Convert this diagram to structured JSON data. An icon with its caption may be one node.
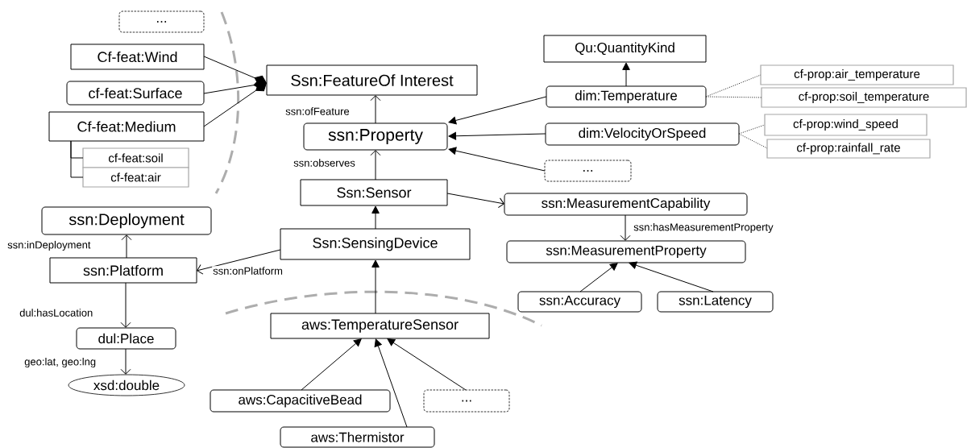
{
  "diagram": {
    "nodes": [
      {
        "text": [
          "..."
        ]
      },
      {
        "text": [
          "Cf-feat:Wind"
        ]
      },
      {
        "text": [
          "cf-feat:Surface"
        ]
      },
      {
        "text": [
          "Cf-feat:Medium"
        ]
      },
      {
        "text": [
          "cf-feat:soil"
        ]
      },
      {
        "text": [
          "cf-feat:air"
        ]
      },
      {
        "text": [
          "Ssn:FeatureOf Interest"
        ]
      },
      {
        "text": [
          "ssn:Property"
        ]
      },
      {
        "text": [
          "Qu:QuantityKind"
        ]
      },
      {
        "text": [
          "dim:Temperature"
        ]
      },
      {
        "text": [
          "cf-prop:air_temperature"
        ]
      },
      {
        "text": [
          "cf-prop:soil_temperature"
        ]
      },
      {
        "text": [
          "dim:VelocityOrSpeed"
        ]
      },
      {
        "text": [
          "cf-prop:wind_speed"
        ]
      },
      {
        "text": [
          "cf-prop:rainfall_rate"
        ]
      },
      {
        "text": [
          "..."
        ]
      },
      {
        "text": [
          "Ssn:Sensor"
        ]
      },
      {
        "text": [
          "ssn:MeasurementCapability"
        ]
      },
      {
        "text": [
          "ssn:Deployment"
        ]
      },
      {
        "text": [
          "Ssn:SensingDevice"
        ]
      },
      {
        "text": [
          "ssn:Platform"
        ]
      },
      {
        "text": [
          "ssn:MeasurementProperty"
        ]
      },
      {
        "text": [
          "ssn:Accuracy"
        ]
      },
      {
        "text": [
          "ssn:Latency"
        ]
      },
      {
        "text": [
          "dul:Place"
        ]
      },
      {
        "text": [
          "aws:TemperatureSensor"
        ]
      },
      {
        "text": [
          "xsd:double"
        ]
      },
      {
        "text": [
          "aws:CapacitiveBead"
        ]
      },
      {
        "text": [
          "..."
        ]
      },
      {
        "text": [
          "aws:Thermistor"
        ]
      }
    ],
    "edges": [
      {
        "from": 1,
        "to": 6,
        "arrow": "other"
      },
      {
        "from": 2,
        "to": 6,
        "arrow": "other"
      },
      {
        "from": 3,
        "to": 6,
        "arrow": "other"
      },
      {
        "from": 3,
        "to": 4,
        "arrow": "none"
      },
      {
        "from": 3,
        "to": 5,
        "arrow": "none"
      },
      {
        "from": 7,
        "to": 6,
        "arrow": "to",
        "label": "ssn:ofFeature"
      },
      {
        "from": 16,
        "to": 7,
        "arrow": "to",
        "label": "ssn:observes"
      },
      {
        "from": 9,
        "to": 8,
        "arrow": "to"
      },
      {
        "from": 9,
        "to": 7,
        "arrow": "to"
      },
      {
        "from": 12,
        "to": 7,
        "arrow": "to"
      },
      {
        "from": 15,
        "to": 7,
        "arrow": "to"
      },
      {
        "from": 9,
        "to": 10,
        "arrow": "none",
        "style": "dashed"
      },
      {
        "from": 9,
        "to": 11,
        "arrow": "none",
        "style": "dashed"
      },
      {
        "from": 12,
        "to": 13,
        "arrow": "none",
        "style": "dashed"
      },
      {
        "from": 12,
        "to": 14,
        "arrow": "none",
        "style": "dashed"
      },
      {
        "from": 16,
        "to": 17,
        "arrow": "to"
      },
      {
        "from": 17,
        "to": 21,
        "arrow": "to",
        "label": "ssn:hasMeasurementProperty"
      },
      {
        "from": 22,
        "to": 21,
        "arrow": "to"
      },
      {
        "from": 23,
        "to": 21,
        "arrow": "to"
      },
      {
        "from": 19,
        "to": 16,
        "arrow": "to"
      },
      {
        "from": 19,
        "to": 20,
        "arrow": "to",
        "label": "ssn:onPlatform"
      },
      {
        "from": 20,
        "to": 18,
        "arrow": "to",
        "label": "ssn:inDeployment"
      },
      {
        "from": 20,
        "to": 24,
        "arrow": "to",
        "label": "dul:hasLocation"
      },
      {
        "from": 24,
        "to": 26,
        "arrow": "to",
        "label": "geo:lat, geo:lng"
      },
      {
        "from": 25,
        "to": 19,
        "arrow": "to"
      },
      {
        "from": 27,
        "to": 25,
        "arrow": "to"
      },
      {
        "from": 29,
        "to": 25,
        "arrow": "to"
      },
      {
        "from": 28,
        "to": 25,
        "arrow": "to"
      }
    ]
  }
}
